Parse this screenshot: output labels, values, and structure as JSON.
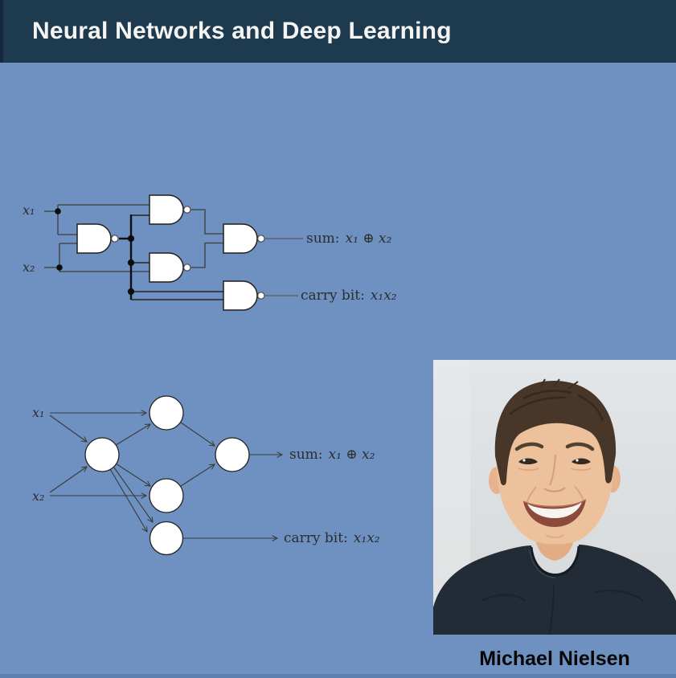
{
  "header": {
    "title": "Neural Networks and Deep Learning"
  },
  "colors": {
    "header_bg": "#1e3a4f",
    "page_bg": "#6e91c1",
    "footer_strip": "#5d80b0",
    "gate_fill": "#ffffff",
    "wire": "#3c3c3c",
    "diagram_text": "#2d2d2d"
  },
  "circuit": {
    "input1": "x₁",
    "input2": "x₂",
    "sum_text": "sum:",
    "sum_math": "x₁ ⊕ x₂",
    "carry_text": "carry bit:",
    "carry_math": "x₁x₂"
  },
  "network": {
    "input1": "x₁",
    "input2": "x₂",
    "sum_text": "sum:",
    "sum_math": "x₁ ⊕ x₂",
    "carry_text": "carry bit:",
    "carry_math": "x₁x₂"
  },
  "author": {
    "name": "Michael Nielsen"
  }
}
